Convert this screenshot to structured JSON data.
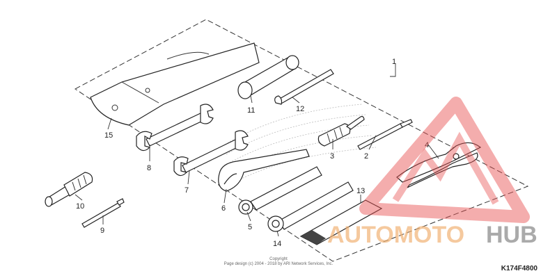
{
  "callouts": [
    "1",
    "2",
    "3",
    "4",
    "5",
    "6",
    "7",
    "8",
    "9",
    "10",
    "11",
    "12",
    "13",
    "14",
    "15"
  ],
  "watermark": {
    "part1": "AUTOMOTO",
    "part2": "HUB",
    "color_light": "#f0b070",
    "color_dark": "#8a8a8a",
    "triangle_color": "#e85050"
  },
  "copyright": {
    "line1": "Copyright",
    "line2": "Page design (c) 2004 - 2018 by ARI Network Services, Inc."
  },
  "diagram_code": "K174F4800",
  "colors": {
    "line": "#222222",
    "frame": "#333333"
  }
}
